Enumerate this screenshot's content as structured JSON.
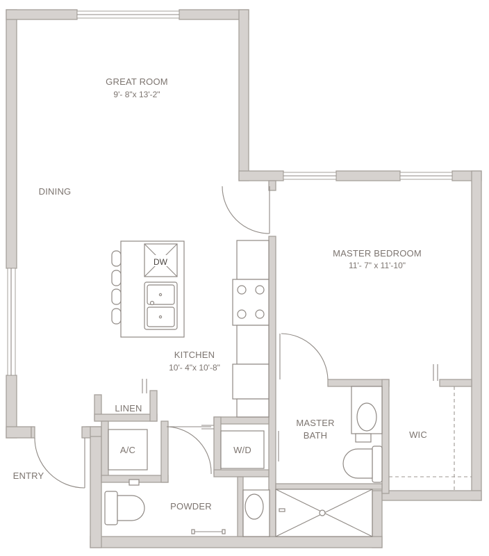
{
  "rooms": {
    "great_room": {
      "name": "GREAT ROOM",
      "dims": "9'- 8\"x 13'-2\""
    },
    "dining": {
      "name": "DINING"
    },
    "master_bedroom": {
      "name": "MASTER BEDROOM",
      "dims": "11'- 7\" x 11'-10\""
    },
    "kitchen": {
      "name": "KITCHEN",
      "dims": "10'- 4\"x 10'-8\""
    },
    "linen": {
      "name": "LINEN"
    },
    "master_bath": {
      "name_line1": "MASTER",
      "name_line2": "BATH"
    },
    "wic": {
      "name": "WIC"
    },
    "ac": {
      "name": "A/C"
    },
    "wd": {
      "name": "W/D"
    },
    "entry": {
      "name": "ENTRY"
    },
    "powder": {
      "name": "POWDER"
    }
  },
  "fixtures": {
    "dishwasher": "DW"
  },
  "colors": {
    "wall_fill": "#d6d2cf",
    "wall_stroke": "#a6a09b",
    "fixture_stroke": "#8f8984",
    "label": "#7c746f"
  }
}
